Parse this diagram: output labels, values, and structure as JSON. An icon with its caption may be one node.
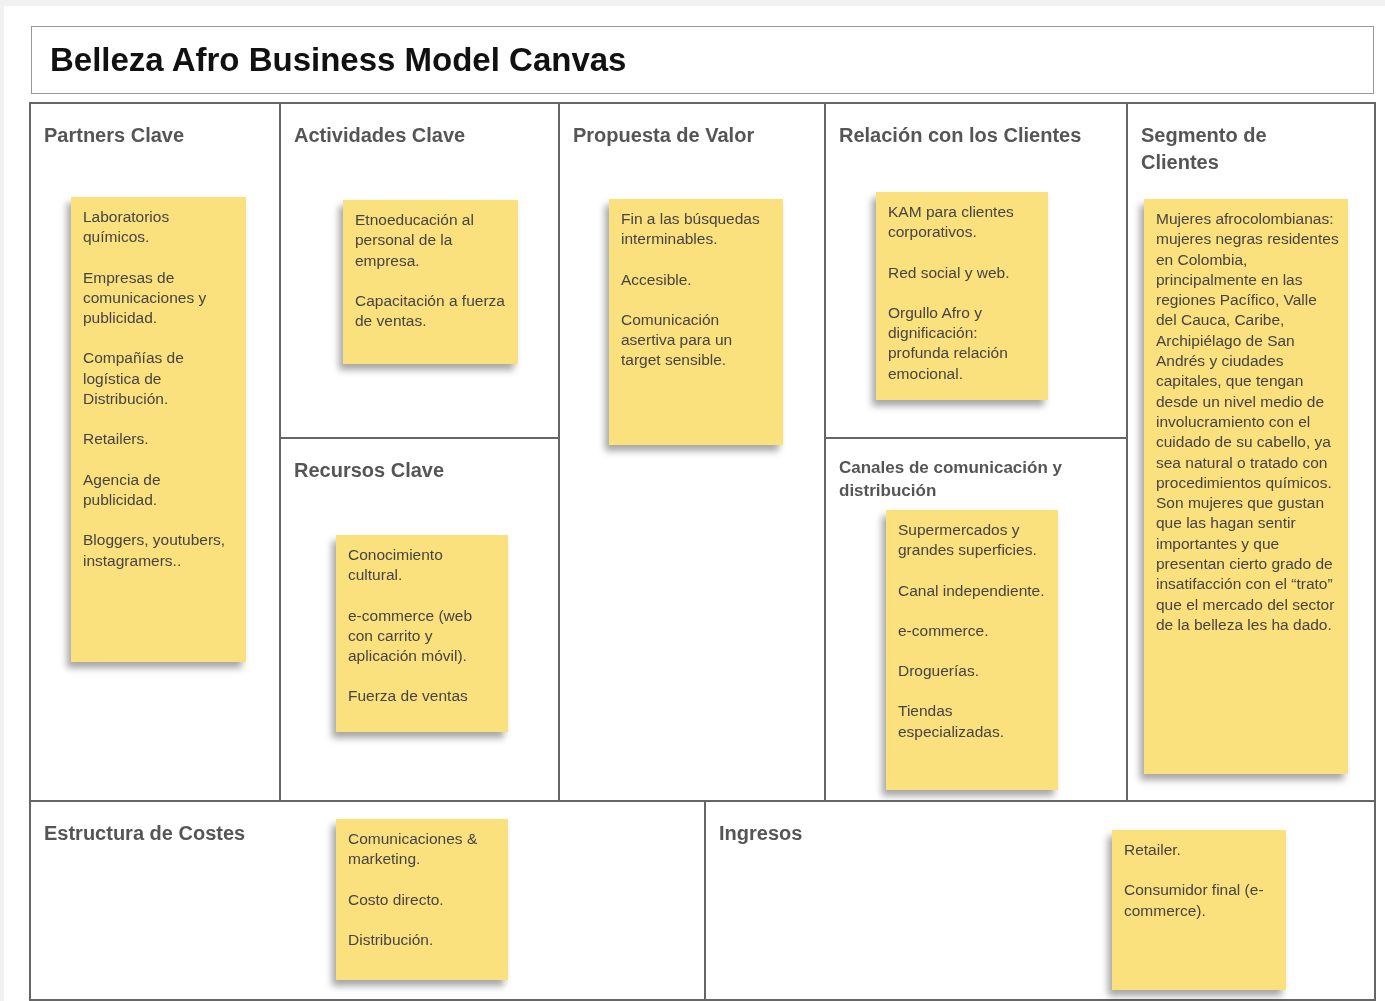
{
  "diagram": {
    "title": "Belleza Afro Business Model Canvas",
    "nodes": [
      {
        "text": [
          "Partners Clave"
        ]
      },
      {
        "text": [
          "Laboratorios químicos.",
          "Empresas de comunicaciones y publicidad.",
          "Compañías de logística de Distribución.",
          "Retailers.",
          "Agencia de publicidad.",
          "Bloggers, youtubers, instagramers.."
        ],
        "in": 0
      },
      {
        "text": [
          "Actividades Clave"
        ]
      },
      {
        "text": [
          "Etnoeducación al personal de la empresa.",
          "Capacitación a fuerza de ventas."
        ],
        "in": 2
      },
      {
        "text": [
          "Recursos Clave"
        ]
      },
      {
        "text": [
          "Conocimiento cultural.",
          "e-commerce (web con carrito y aplicación móvil).",
          "Fuerza de ventas"
        ],
        "in": 4
      },
      {
        "text": [
          "Propuesta de Valor"
        ]
      },
      {
        "text": [
          "Fin a las búsquedas interminables.",
          "Accesible.",
          "Comunicación asertiva para un target sensible."
        ],
        "in": 6
      },
      {
        "text": [
          "Relación con los Clientes"
        ]
      },
      {
        "text": [
          "KAM para clientes corporativos.",
          "Red social y web.",
          "Orgullo Afro y dignificación: profunda relación emocional."
        ],
        "in": 8
      },
      {
        "text": [
          "Canales de comunicación y distribución"
        ]
      },
      {
        "text": [
          "Supermercados y grandes superficies.",
          "Canal independiente.",
          "e-commerce.",
          "Droguerías.",
          "Tiendas especializadas."
        ],
        "in": 10
      },
      {
        "text": [
          "Segmento de Clientes"
        ]
      },
      {
        "text": [
          "Mujeres afrocolombianas: mujeres negras residentes en Colombia, principalmente en las regiones Pacífico, Valle del Cauca, Caribe, Archipiélago de San Andrés y ciudades capitales, que tengan desde un nivel medio de involucramiento con el cuidado de su cabello, ya sea natural o tratado con procedimientos químicos. Son mujeres que gustan que las hagan sentir importantes y que presentan cierto grado de insatifacción con el “trato” que el mercado del sector de la belleza les ha dado."
        ],
        "in": 12
      },
      {
        "text": [
          "Estructura de Costes"
        ]
      },
      {
        "text": [
          "Comunicaciones & marketing.",
          "Costo directo.",
          "Distribución."
        ],
        "in": 14
      },
      {
        "text": [
          "Ingresos"
        ]
      },
      {
        "text": [
          "Retailer.",
          "Consumidor final (e-commerce)."
        ],
        "in": 16
      }
    ]
  }
}
